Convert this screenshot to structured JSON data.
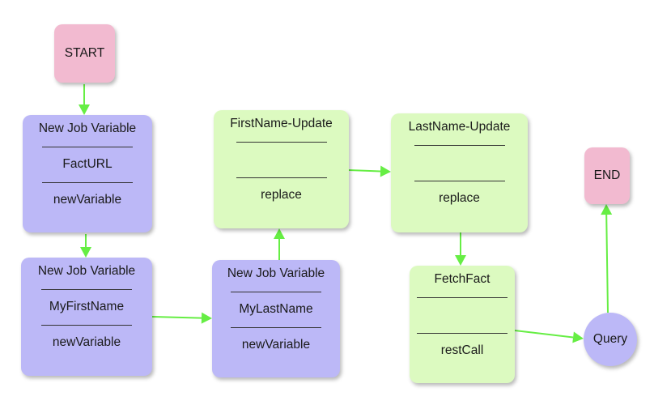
{
  "colors": {
    "job_node": "#bcb8f7",
    "task_node": "#dcfac0",
    "terminal_node": "#f2bad0",
    "edge": "#66ee44"
  },
  "nodes": {
    "start": {
      "label": "START"
    },
    "end": {
      "label": "END"
    },
    "job1": {
      "title": "New Job Variable",
      "value": "FactURL",
      "type": "newVariable"
    },
    "job2": {
      "title": "New Job Variable",
      "value": "MyFirstName",
      "type": "newVariable"
    },
    "job3": {
      "title": "New Job Variable",
      "value": "MyLastName",
      "type": "newVariable"
    },
    "firstname": {
      "title": "FirstName-Update",
      "value": "",
      "type": "replace"
    },
    "lastname": {
      "title": "LastName-Update",
      "value": "",
      "type": "replace"
    },
    "fetchfact": {
      "title": "FetchFact",
      "value": "",
      "type": "restCall"
    },
    "query": {
      "label": "Query"
    }
  },
  "edges": [
    {
      "from": "start",
      "to": "job1"
    },
    {
      "from": "job1",
      "to": "job2"
    },
    {
      "from": "job2",
      "to": "job3"
    },
    {
      "from": "job3",
      "to": "firstname"
    },
    {
      "from": "firstname",
      "to": "lastname"
    },
    {
      "from": "lastname",
      "to": "fetchfact"
    },
    {
      "from": "fetchfact",
      "to": "query"
    },
    {
      "from": "query",
      "to": "end"
    }
  ]
}
